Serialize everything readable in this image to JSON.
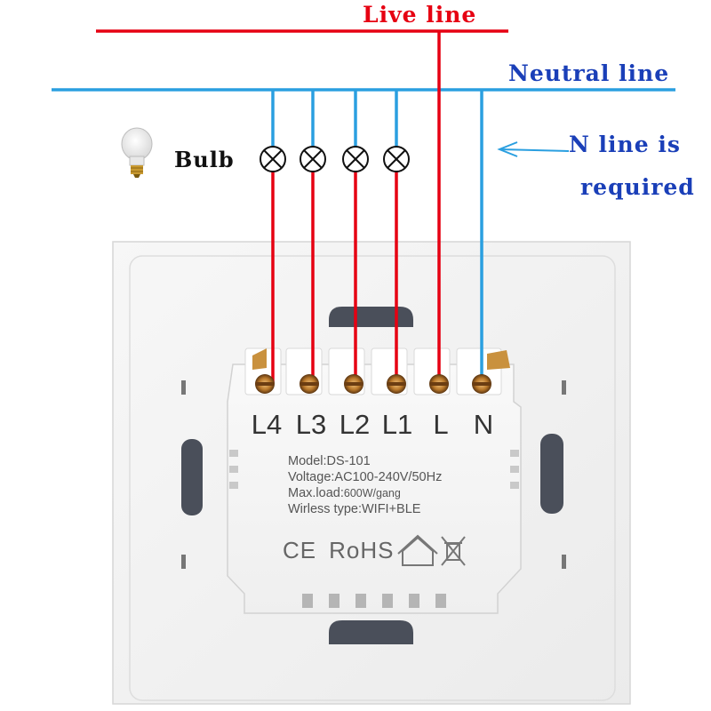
{
  "labels": {
    "live_line": "Live line",
    "neutral_line": "Neutral line",
    "n_line_1": "N line is",
    "n_line_2": "required",
    "bulb": "Bulb"
  },
  "terminals": [
    {
      "id": "l4",
      "label": "L4"
    },
    {
      "id": "l3",
      "label": "L3"
    },
    {
      "id": "l2",
      "label": "L2"
    },
    {
      "id": "l1",
      "label": "L1"
    },
    {
      "id": "l",
      "label": "L"
    },
    {
      "id": "n",
      "label": "N"
    }
  ],
  "specs": {
    "model": "Model:DS-101",
    "voltage": "Voltage:AC100-240V/50Hz",
    "max_load_prefix": "Max.load:",
    "max_load_value": "600W/gang",
    "wireless": "Wirless type:WIFI+BLE"
  },
  "certs": {
    "ce": "CE",
    "rohs": "RoHS"
  },
  "icons": [
    "bulb-icon",
    "lamp-symbol-icon",
    "arrow-left-icon",
    "house-icon",
    "weee-bin-icon",
    "ce-mark"
  ],
  "colors": {
    "live_wire": "#e60012",
    "neutral_wire": "#2a9fe0",
    "label_blue": "#1a3fb8",
    "panel": "#f3f3f3",
    "terminal_brass": "#b8772a"
  }
}
